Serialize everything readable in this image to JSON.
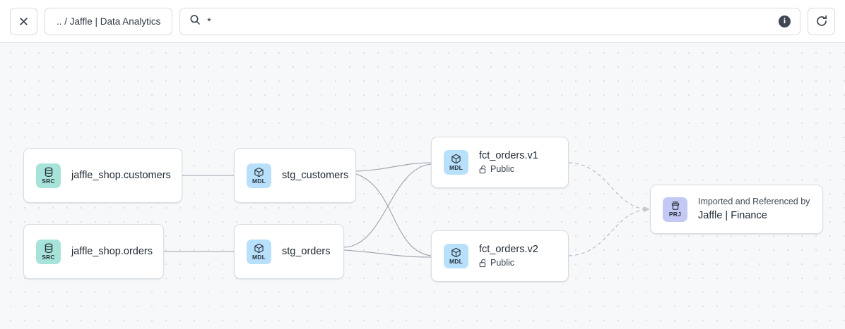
{
  "toolbar": {
    "close_label": "close-icon",
    "breadcrumb": ".. / Jaffle | Data Analytics",
    "search_value": "*",
    "search_placeholder": "",
    "search_icon": "search-icon",
    "info_label": "i",
    "refresh_icon": "refresh-icon"
  },
  "graph": {
    "nodes": [
      {
        "id": "src_customers",
        "badge": "SRC",
        "badge_type": "src",
        "title": "jaffle_shop.customers",
        "subtitle": null,
        "caption": null
      },
      {
        "id": "src_orders",
        "badge": "SRC",
        "badge_type": "src",
        "title": "jaffle_shop.orders",
        "subtitle": null,
        "caption": null
      },
      {
        "id": "stg_customers",
        "badge": "MDL",
        "badge_type": "mdl",
        "title": "stg_customers",
        "subtitle": null,
        "caption": null
      },
      {
        "id": "stg_orders",
        "badge": "MDL",
        "badge_type": "mdl",
        "title": "stg_orders",
        "subtitle": null,
        "caption": null
      },
      {
        "id": "fct_orders_v1",
        "badge": "MDL",
        "badge_type": "mdl",
        "title": "fct_orders.v1",
        "subtitle": "Public",
        "caption": null
      },
      {
        "id": "fct_orders_v2",
        "badge": "MDL",
        "badge_type": "mdl",
        "title": "fct_orders.v2",
        "subtitle": "Public",
        "caption": null
      },
      {
        "id": "prj_finance",
        "badge": "PRJ",
        "badge_type": "prj",
        "title": "Jaffle | Finance",
        "subtitle": null,
        "caption": "Imported and Referenced by"
      }
    ],
    "colors": {
      "badge_src": "#a8e3da",
      "badge_mdl": "#b9e0fa",
      "badge_prj": "#c3c9f4",
      "edge_solid": "#9aa3ad",
      "edge_dashed": "#b9bfc7",
      "canvas_bg": "#f7f8fa",
      "grid_dot": "#d9dce2",
      "node_border": "#d9dde3"
    }
  }
}
